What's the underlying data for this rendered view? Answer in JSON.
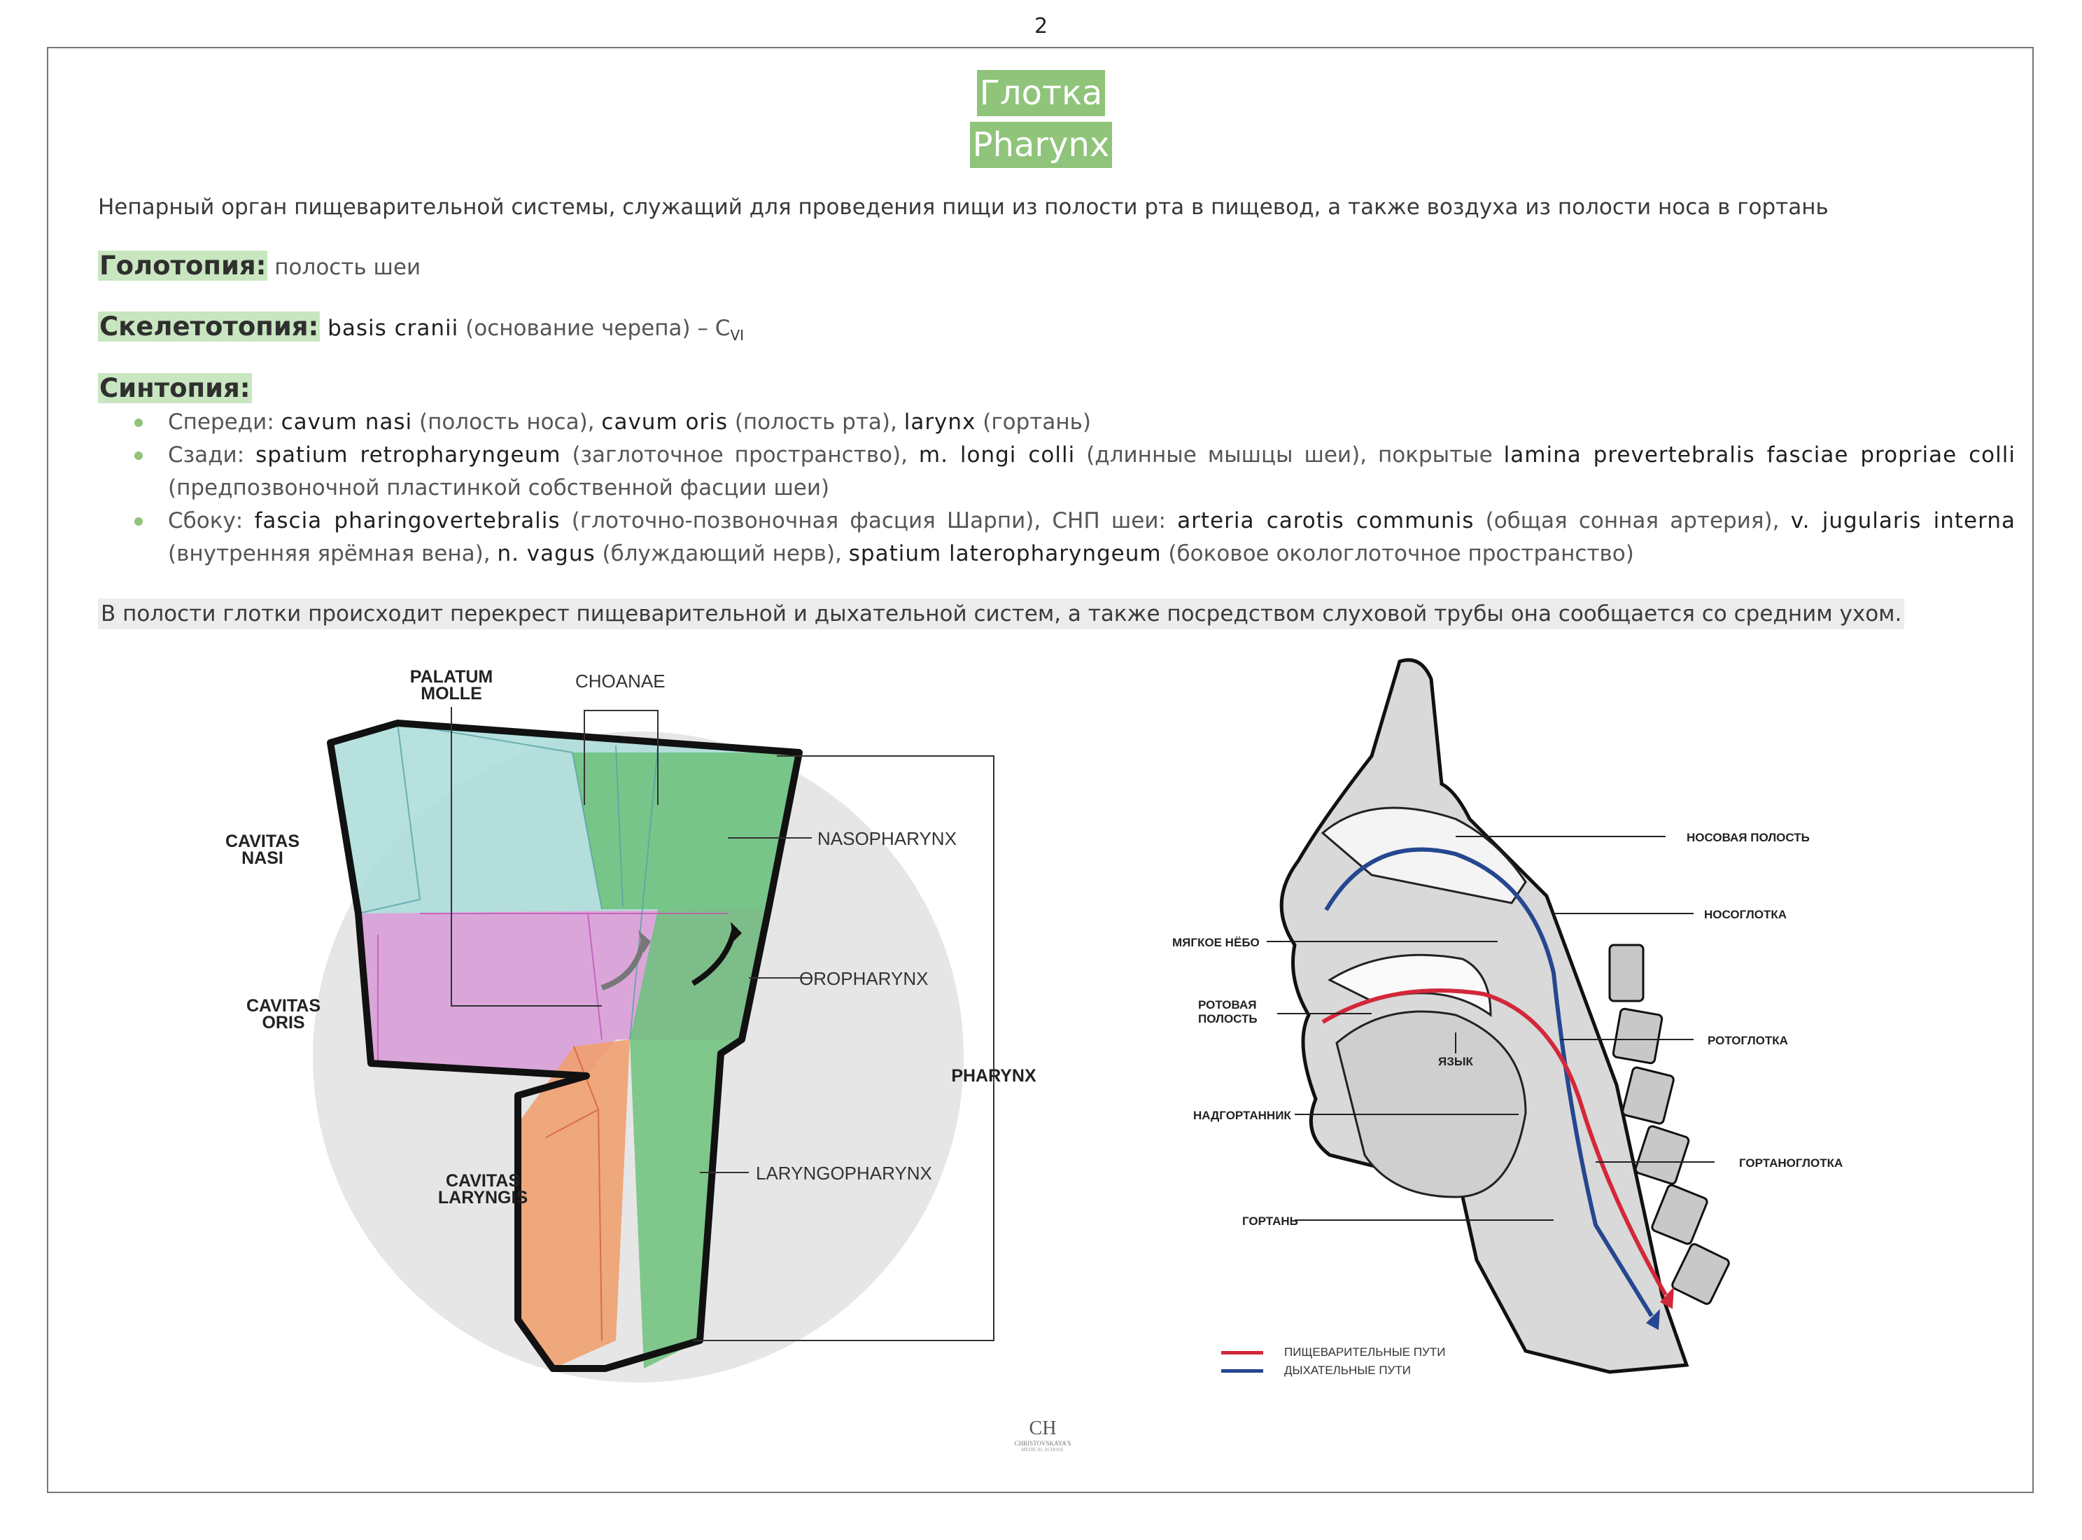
{
  "page_number": "2",
  "title_ru": "Глотка",
  "title_lat": "Pharynx",
  "intro": "Непарный орган пищеварительной системы, служащий для проведения пищи из полости рта в пищевод, а также воздуха из полости носа в гортань",
  "holotopy": {
    "label": "Голотопия:",
    "value": " полость шеи"
  },
  "skeletotopy": {
    "label": "Скелетотопия:",
    "latin": " basis cranii",
    "rus": " (основание черепа) – C",
    "sub": "VI"
  },
  "syntopy": {
    "label": "Синтопия:",
    "items": [
      {
        "parts": [
          {
            "t": "Спереди: ",
            "c": "rus"
          },
          {
            "t": "cavum nasi",
            "c": "latin"
          },
          {
            "t": " (полость носа), ",
            "c": "rus"
          },
          {
            "t": "cavum oris",
            "c": "latin"
          },
          {
            "t": " (полость рта), ",
            "c": "rus"
          },
          {
            "t": "larynx",
            "c": "latin"
          },
          {
            "t": " (гортань)",
            "c": "rus"
          }
        ]
      },
      {
        "parts": [
          {
            "t": "Сзади: ",
            "c": "rus"
          },
          {
            "t": "spatium retropharyngeum",
            "c": "latin"
          },
          {
            "t": " (заглоточное пространство), ",
            "c": "rus"
          },
          {
            "t": "m. longi colli",
            "c": "latin"
          },
          {
            "t": " (длинные мышцы шеи), покрытые ",
            "c": "rus"
          },
          {
            "t": "lamina prevertebralis fasciae propriae colli",
            "c": "latin"
          },
          {
            "t": " (предпозвоночной пластинкой собственной фасции шеи)",
            "c": "rus"
          }
        ]
      },
      {
        "parts": [
          {
            "t": "Сбоку: ",
            "c": "rus"
          },
          {
            "t": "fascia pharingovertebralis",
            "c": "latin"
          },
          {
            "t": " (глоточно-позвоночная фасция Шарпи), СНП шеи: ",
            "c": "rus"
          },
          {
            "t": "arteria carotis communis",
            "c": "latin"
          },
          {
            "t": " (общая сонная артерия), ",
            "c": "rus"
          },
          {
            "t": "v. jugularis interna",
            "c": "latin"
          },
          {
            "t": " (внутренняя ярёмная вена), ",
            "c": "rus"
          },
          {
            "t": "n. vagus",
            "c": "latin"
          },
          {
            "t": " (блуждающий нерв), ",
            "c": "rus"
          },
          {
            "t": "spatium lateropharyngeum",
            "c": "latin"
          },
          {
            "t": " (боковое окологлоточное пространство)",
            "c": "rus"
          }
        ]
      }
    ]
  },
  "note": "В полости глотки происходит перекрест пищеварительной и дыхательной систем, а также посредством слуховой трубы она сообщается со средним ухом.",
  "left_figure": {
    "labels": {
      "palatum": [
        "PALATUM",
        "MOLLE"
      ],
      "choanae": "CHOANAE",
      "cavitas_nasi": [
        "CAVITAS",
        "NASI"
      ],
      "cavitas_oris": [
        "CAVITAS",
        "ORIS"
      ],
      "cavitas_laryngis": [
        "CAVITAS",
        "LARYNGIS"
      ],
      "nasopharynx": "NASOPHARYNX",
      "oropharynx": "OROPHARYNX",
      "laryngopharynx": "LARYNGOPHARYNX",
      "pharynx": "PHARYNX"
    },
    "colors": {
      "nasal": "#a9dcd9",
      "oral": "#d79ad7",
      "laryngeal": "#f0a070",
      "pharynx": "#6cc17a",
      "circle": "#e6e6e6"
    }
  },
  "right_figure": {
    "labels": {
      "nasal_cavity": "НОСОВАЯ ПОЛОСТЬ",
      "nasopharynx": "НОСОГЛОТКА",
      "soft_palate": "МЯГКОЕ НЁБО",
      "oral_cavity": [
        "РОТОВАЯ",
        "ПОЛОСТЬ"
      ],
      "oropharynx": "РОТОГЛОТКА",
      "tongue": "ЯЗЫК",
      "epiglottis": "НАДГОРТАННИК",
      "laryngopharynx": "ГОРТАНОГЛОТКА",
      "larynx": "ГОРТАНЬ"
    },
    "legend": [
      {
        "label": "ПИЩЕВАРИТЕЛЬНЫЕ ПУТИ",
        "color": "#d3283a"
      },
      {
        "label": "ДЫХАТЕЛЬНЫЕ ПУТИ",
        "color": "#25478f"
      }
    ]
  },
  "logo": {
    "mark": "CH",
    "line1": "CHRISTOVSKAYA'S",
    "line2": "MEDICAL SCHOOL"
  }
}
